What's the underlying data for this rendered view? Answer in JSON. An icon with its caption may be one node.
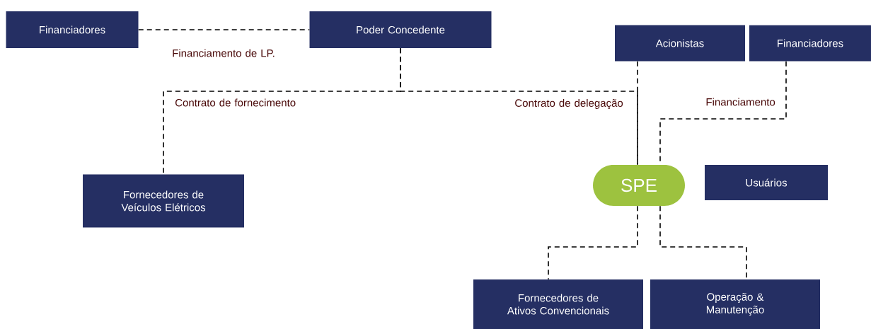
{
  "diagram": {
    "nodes": [
      {
        "text": [
          "Financiadores"
        ]
      },
      {
        "text": [
          "Poder Concedente"
        ]
      },
      {
        "text": [
          "Acionistas"
        ]
      },
      {
        "text": [
          "Financiadores"
        ]
      },
      {
        "text": [
          "Fornecedores de Veículos Elétricos"
        ]
      },
      {
        "text": [
          "SPE"
        ]
      },
      {
        "text": [
          "Usuários"
        ]
      },
      {
        "text": [
          "Fornecedores de Ativos Convencionais"
        ]
      },
      {
        "text": [
          "Operação & Manutenção"
        ]
      }
    ],
    "edges": [
      {
        "from": 0,
        "to": 1,
        "arrow": "none",
        "style": "dashed",
        "label": "Financiamento de LP."
      },
      {
        "from": 1,
        "to": 4,
        "arrow": "none",
        "style": "dashed",
        "label": "Contrato de fornecimento"
      },
      {
        "from": 1,
        "to": 5,
        "arrow": "none",
        "style": "dashed",
        "label": "Contrato de delegação"
      },
      {
        "from": 2,
        "to": 5,
        "arrow": "none",
        "style": "dashed"
      },
      {
        "from": 3,
        "to": 5,
        "arrow": "none",
        "style": "dashed",
        "label": "Financiamento"
      },
      {
        "from": 5,
        "to": 7,
        "arrow": "none",
        "style": "dashed"
      },
      {
        "from": 5,
        "to": 8,
        "arrow": "none",
        "style": "dashed"
      }
    ]
  }
}
